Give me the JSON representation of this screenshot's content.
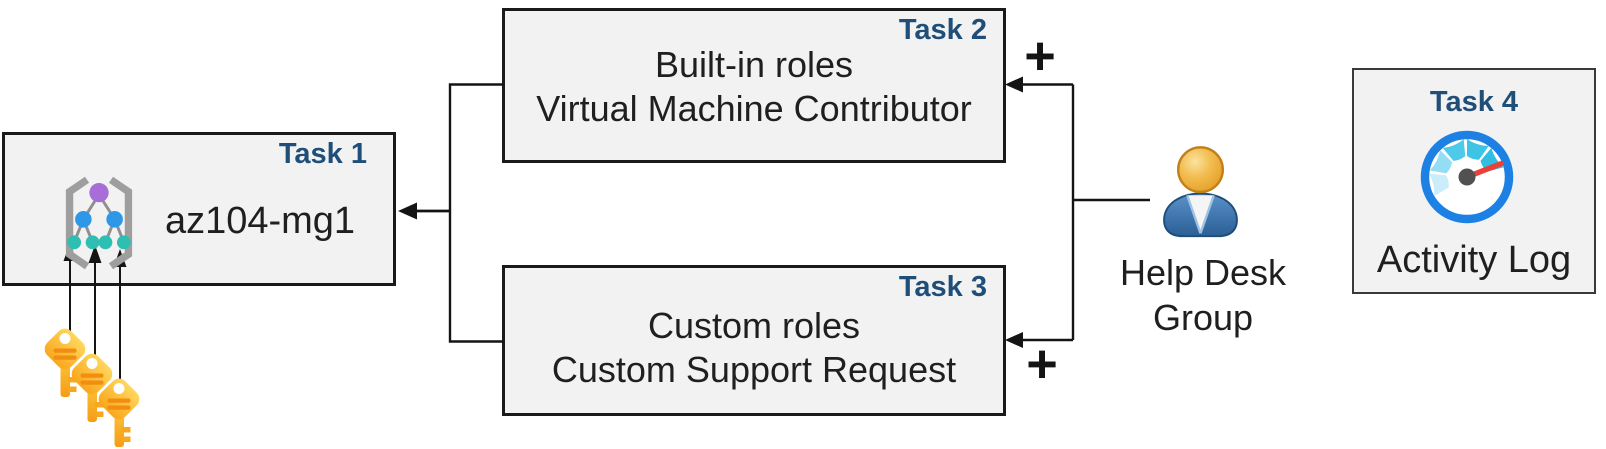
{
  "boxes": {
    "task1": {
      "label": "Task 1",
      "name": "az104-mg1"
    },
    "task2": {
      "label": "Task 2",
      "line1": "Built-in roles",
      "line2": "Virtual Machine Contributor"
    },
    "task3": {
      "label": "Task 3",
      "line1": "Custom roles",
      "line2": "Custom Support Request"
    },
    "task4": {
      "label": "Task 4",
      "caption": "Activity Log"
    }
  },
  "group": {
    "line1": "Help Desk",
    "line2": "Group"
  },
  "plus_sign": "+",
  "icons": [
    "management-group-icon",
    "key-icon",
    "user-icon",
    "gauge-icon",
    "plus-icon",
    "arrow-icon"
  ],
  "colors": {
    "box_fill": "#F2F2F2",
    "box_border": "#1A1A1A",
    "task_label": "#1F4E79",
    "body_text": "#1F1F1F",
    "connector": "#141414",
    "key_gold": "#F9A71C",
    "key_stripe": "#F18D10",
    "user_body_blue": "#3672AE",
    "user_head_gold": "#E8A62A",
    "gauge_ring_blue": "#1D81E4",
    "gauge_needle_red": "#E8403B",
    "mg_purple": "#A86ED8",
    "mg_blue": "#2F97E8",
    "mg_teal": "#2EBFB2",
    "mg_bracket_gray": "#9E9E9E"
  }
}
